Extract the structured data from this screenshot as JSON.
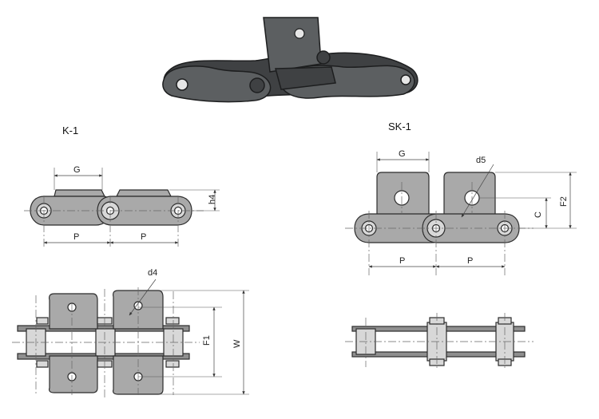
{
  "sections": {
    "k1_title": "K-1",
    "sk1_title": "SK-1"
  },
  "k1_side": {
    "g_label": "G",
    "h_label": "h4",
    "p_left": "P",
    "p_right": "P"
  },
  "k1_top": {
    "d_label": "d4",
    "f_label": "F1",
    "w_label": "W"
  },
  "sk1_side": {
    "g_label": "G",
    "d_label": "d5",
    "c_label": "C",
    "f_label": "F2",
    "p_left": "P",
    "p_right": "P"
  },
  "colors": {
    "plate": "#a9a9a9",
    "outline": "#2c2c2c",
    "photo_steel": "#3f4143"
  }
}
